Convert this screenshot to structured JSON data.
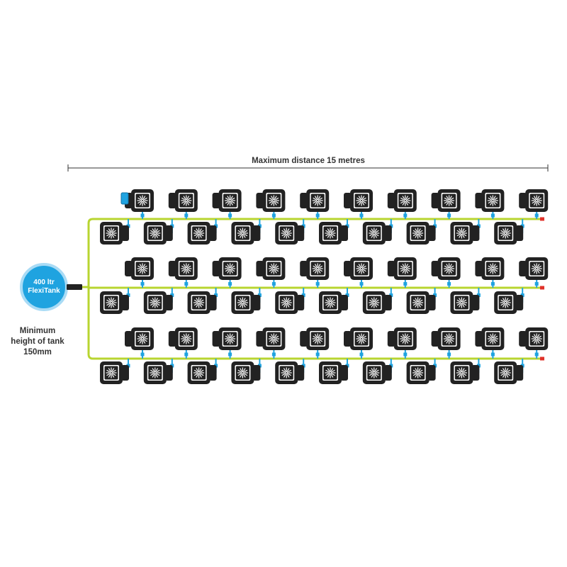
{
  "distance_label": "Maximum distance 15 metres",
  "tank": {
    "line1": "400 ltr",
    "line2": "FlexiTank"
  },
  "min_height": {
    "line1": "Minimum",
    "line2": "height of tank",
    "line3": "150mm"
  },
  "system": {
    "row_pairs": 3,
    "pots_per_row": 10,
    "upper_row_pot_count": 10,
    "lower_row_pot_count": 10
  },
  "colors": {
    "supply_pipe": "#b8d530",
    "tank_fill": "#1fa3e0",
    "connector": "#1fa3e0",
    "pot_body": "#222222",
    "end_cap": "#e0312a",
    "text": "#333333"
  },
  "icons": {
    "pot": "pot-icon",
    "tank": "flexitank-icon",
    "valve": "valve-icon",
    "end_cap": "end-cap-icon"
  }
}
